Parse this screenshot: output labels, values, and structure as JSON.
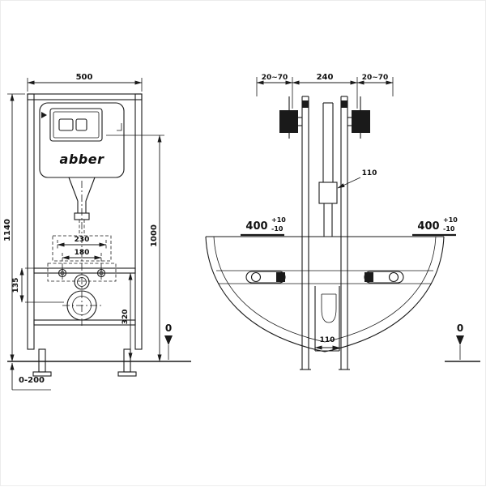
{
  "brand": "abber",
  "front": {
    "dim_width": "500",
    "dim_height": "1140",
    "dim_plate_height": "1000",
    "dim_outlet_height": "320",
    "dim_bolt_width": "230",
    "dim_pipe_width": "180",
    "dim_offset": "135",
    "foot_range": "0-200",
    "zero": "0"
  },
  "side": {
    "gap_left": "20~70",
    "depth": "240",
    "gap_right": "20~70",
    "dim_pipe_offset": "110",
    "seat_height": {
      "value": "400",
      "tol_plus": "+10",
      "tol_minus": "-10"
    },
    "dim_outlet_width": "110",
    "zero": "0"
  }
}
